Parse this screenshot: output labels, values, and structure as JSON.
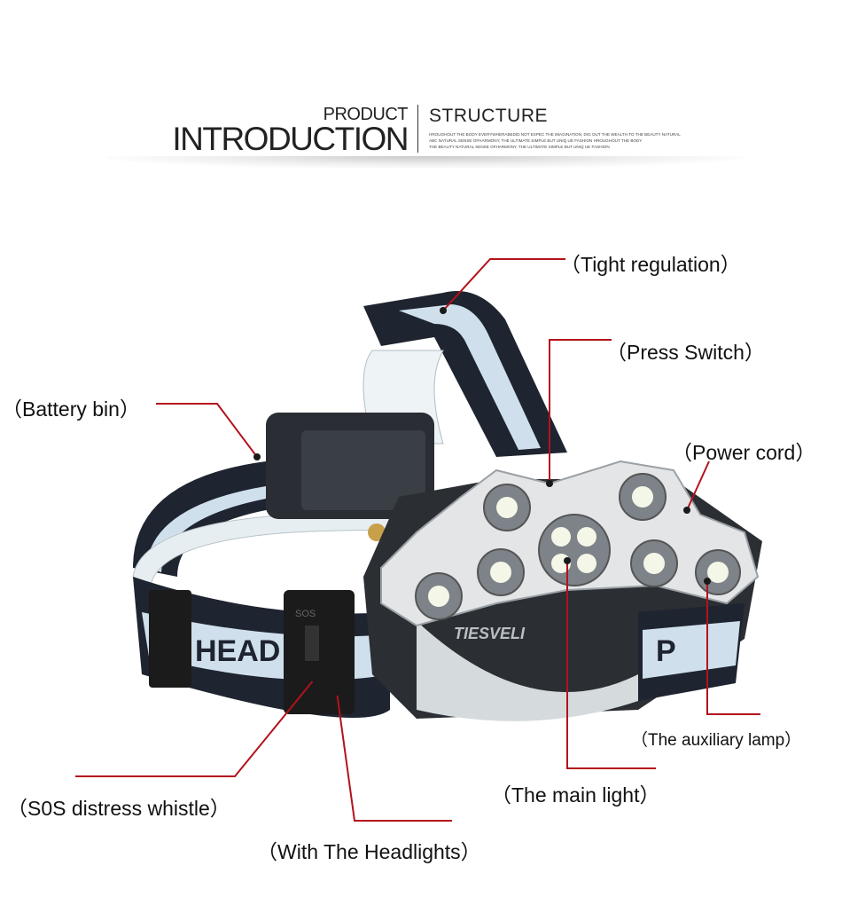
{
  "header": {
    "product": "PRODUCT",
    "introduction": "INTRODUCTION",
    "structure": "STRUCTURE",
    "tagline_lines": [
      "HROUGHOUT THE BODY EVERYWHERABEDID NOT EXPEC THE IMAGINATION, DIG OUT THE WEALTH TO THE BEAUTY NATURAL",
      "ABC NATURAL SENSE OFHARMONY, THE ULTIMATE SIMPLE BUT UNIQ UE FASHION HROUGHOUT THE BODY",
      "THE BEAUTY NATURAL SENSE OFHARMONY, THE ULTIMATE SIMPLE BUT UNIQ UE FASHION"
    ]
  },
  "product": {
    "strap_print": "HEAD",
    "whistle_mark": "SOS",
    "brand_watermark": "TIESVELI"
  },
  "callouts": {
    "tight_regulation": "（Tight regulation）",
    "press_switch": "（Press Switch）",
    "battery_bin": "（Battery bin）",
    "power_cord": "（Power cord）",
    "auxiliary_lamp": "（The auxiliary lamp）",
    "main_light": "（The main light）",
    "sos_whistle": "（S0S distress whistle）",
    "with_headlights": "（With The Headlights）"
  },
  "colors": {
    "leader": "#b3121c",
    "strap": "#1e2430",
    "band": "#cfe0ec"
  }
}
